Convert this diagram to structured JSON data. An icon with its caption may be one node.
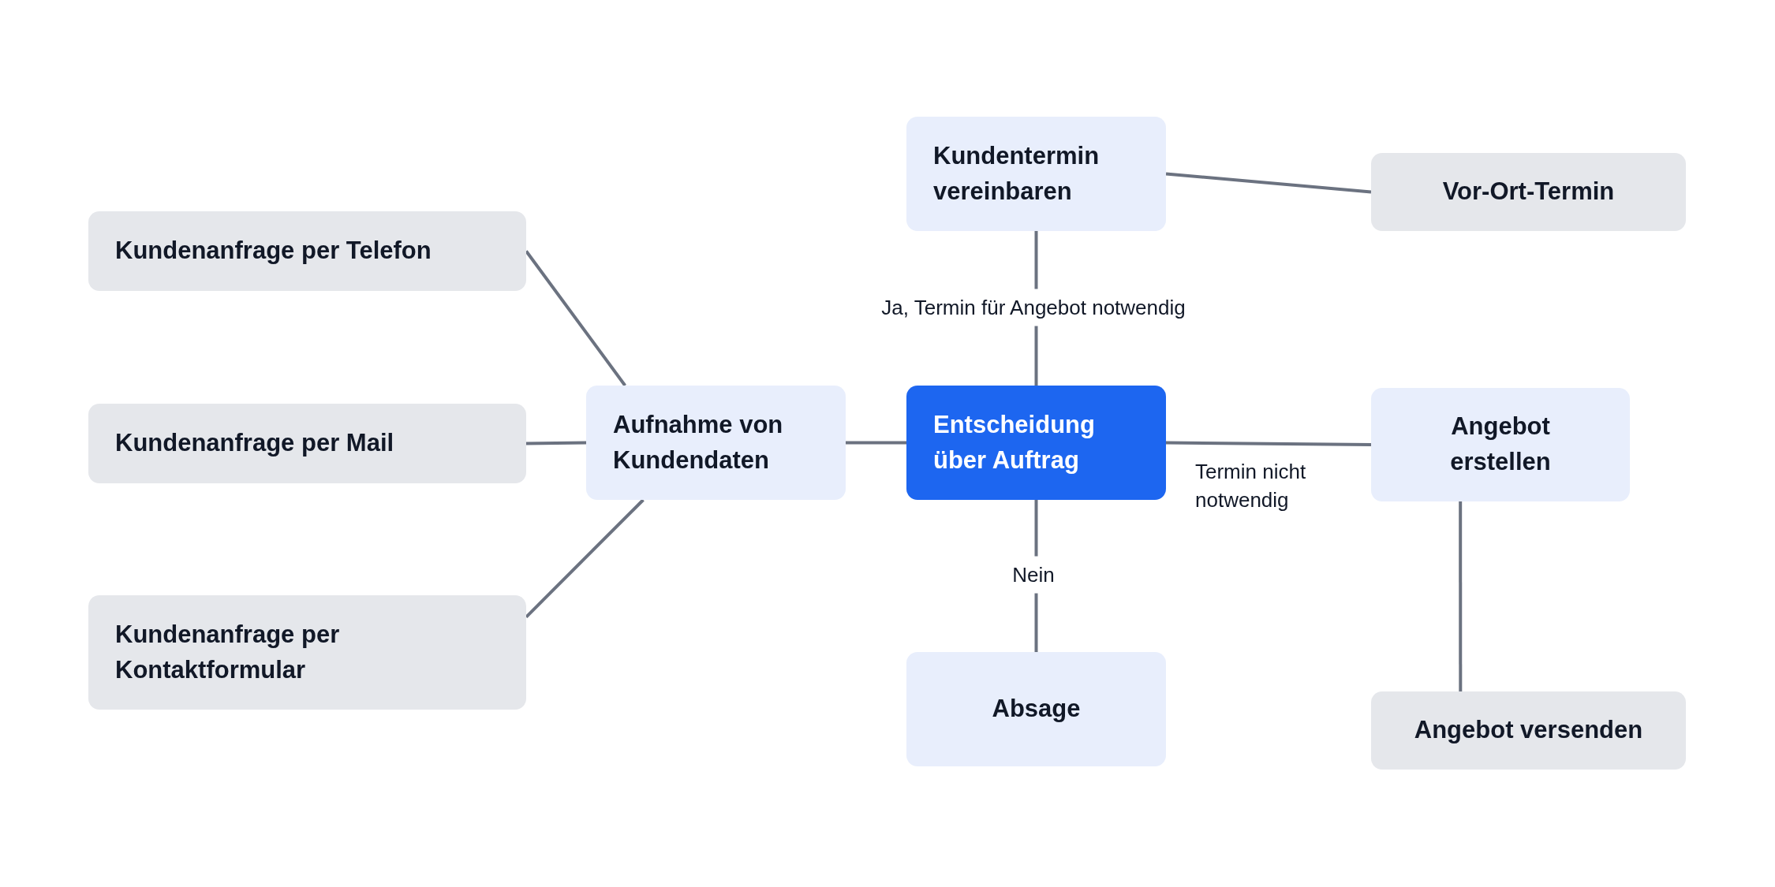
{
  "diagram": {
    "nodes": [
      {
        "text": [
          "Kundenanfrage per Telefon"
        ]
      },
      {
        "text": [
          "Kundenanfrage per Mail"
        ]
      },
      {
        "text": [
          "Kundenanfrage per Kontaktformular"
        ]
      },
      {
        "text": [
          "Aufnahme von Kundendaten"
        ]
      },
      {
        "text": [
          "Kundentermin vereinbaren"
        ]
      },
      {
        "text": [
          "Vor-Ort-Termin"
        ]
      },
      {
        "text": [
          "Entscheidung über Auftrag"
        ]
      },
      {
        "text": [
          "Angebot erstellen"
        ]
      },
      {
        "text": [
          "Absage"
        ]
      },
      {
        "text": [
          "Angebot versenden"
        ]
      }
    ],
    "edges": [
      {
        "from": 0,
        "to": 3,
        "arrow": "none"
      },
      {
        "from": 1,
        "to": 3,
        "arrow": "none"
      },
      {
        "from": 2,
        "to": 3,
        "arrow": "none"
      },
      {
        "from": 3,
        "to": 6,
        "arrow": "none"
      },
      {
        "from": 6,
        "to": 4,
        "arrow": "none",
        "label": "Ja, Termin für Angebot notwendig"
      },
      {
        "from": 4,
        "to": 5,
        "arrow": "none"
      },
      {
        "from": 6,
        "to": 7,
        "arrow": "none",
        "label": "Termin nicht notwendig"
      },
      {
        "from": 6,
        "to": 8,
        "arrow": "none",
        "label": "Nein"
      },
      {
        "from": 7,
        "to": 9,
        "arrow": "none"
      }
    ]
  }
}
